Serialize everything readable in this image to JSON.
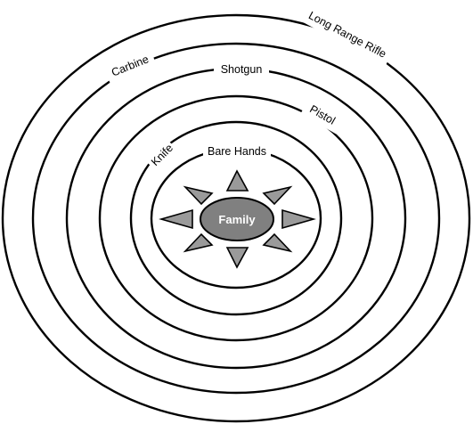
{
  "rings": [
    {
      "name": "Bare Hands"
    },
    {
      "name": "Knife"
    },
    {
      "name": "Pistol"
    },
    {
      "name": "Shotgun"
    },
    {
      "name": "Carbine"
    },
    {
      "name": "Long Range Rifle"
    }
  ],
  "center": {
    "label": "Family"
  },
  "colors": {
    "ring_stroke": "#000000",
    "center_fill": "#808080",
    "spike_fill": "#9a9a9a",
    "center_text": "#ffffff",
    "background": "#ffffff"
  }
}
